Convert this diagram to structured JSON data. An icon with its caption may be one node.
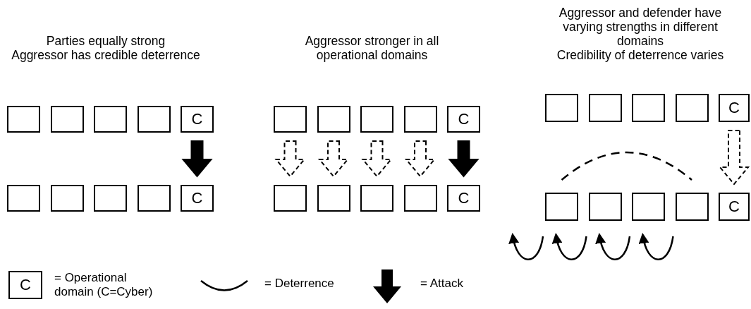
{
  "diagram": {
    "nodes": [
      {
        "text": [],
        "shape": "box"
      },
      {
        "text": [],
        "shape": "box"
      },
      {
        "text": [],
        "shape": "box"
      },
      {
        "text": [],
        "shape": "box"
      },
      {
        "text": [
          "C"
        ]
      },
      {
        "text": [],
        "shape": "box"
      },
      {
        "text": [],
        "shape": "box"
      },
      {
        "text": [],
        "shape": "box"
      },
      {
        "text": [],
        "shape": "box"
      },
      {
        "text": [
          "C"
        ]
      },
      {
        "text": [],
        "shape": "box"
      },
      {
        "text": [],
        "shape": "box"
      },
      {
        "text": [],
        "shape": "box"
      },
      {
        "text": [],
        "shape": "box"
      },
      {
        "text": [
          "C"
        ]
      },
      {
        "text": [],
        "shape": "box"
      },
      {
        "text": [],
        "shape": "box"
      },
      {
        "text": [],
        "shape": "box"
      },
      {
        "text": [],
        "shape": "box"
      },
      {
        "text": [
          "C"
        ]
      },
      {
        "text": [],
        "shape": "box"
      },
      {
        "text": [],
        "shape": "box"
      },
      {
        "text": [],
        "shape": "box"
      },
      {
        "text": [],
        "shape": "box"
      },
      {
        "text": [
          "C"
        ]
      },
      {
        "text": [],
        "shape": "box"
      },
      {
        "text": [],
        "shape": "box"
      },
      {
        "text": [],
        "shape": "box"
      },
      {
        "text": [],
        "shape": "box"
      },
      {
        "text": [
          "C"
        ]
      }
    ],
    "edges": [
      {
        "from": 4,
        "to": 9,
        "arrow": "to"
      },
      {
        "from": 10,
        "to": 15,
        "arrow": "to",
        "style": "dashed"
      },
      {
        "from": 11,
        "to": 16,
        "arrow": "to",
        "style": "dashed"
      },
      {
        "from": 12,
        "to": 17,
        "arrow": "to",
        "style": "dashed"
      },
      {
        "from": 13,
        "to": 18,
        "arrow": "to",
        "style": "dashed"
      },
      {
        "from": 14,
        "to": 19,
        "arrow": "to"
      },
      {
        "from": 24,
        "to": 29,
        "arrow": "to",
        "style": "dashed"
      },
      {
        "from": 25,
        "to": 28,
        "arrow": "none",
        "style": "dashed"
      },
      {
        "from": 25,
        "to": null,
        "arrow": "to"
      },
      {
        "from": 26,
        "to": 25,
        "arrow": "to"
      },
      {
        "from": 27,
        "to": 26,
        "arrow": "to"
      },
      {
        "from": 28,
        "to": 27,
        "arrow": "to"
      }
    ],
    "labels": [
      "Parties equally strong",
      "Aggressor has credible deterrence",
      "Aggressor stronger in all operational domains",
      "Aggressor and defender have varying strengths in different domains",
      "Credibility of deterrence varies",
      "C"
    ],
    "legend": [
      {
        "text": "= Operational domain (C=Cyber)"
      },
      {
        "text": "= Deterrence"
      },
      {
        "text": "= Attack"
      }
    ]
  }
}
